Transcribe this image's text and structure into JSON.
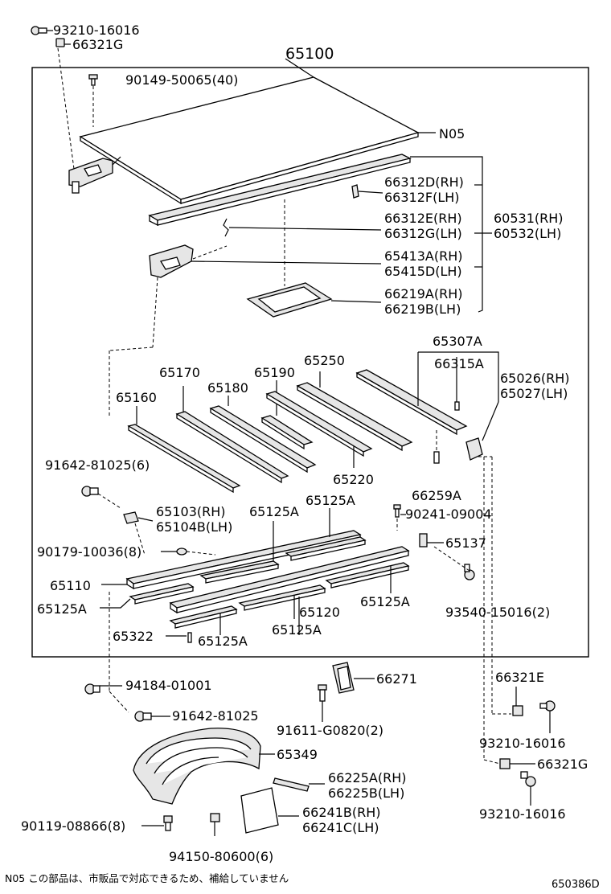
{
  "labels": {
    "p93210_16016_top": "93210-16016",
    "p66321G_top": "66321G",
    "p65100": "65100",
    "p90149": "90149-50065(40)",
    "pN05": "N05",
    "p66312D": "66312D(RH)",
    "p66312F": "66312F(LH)",
    "p66312E": "66312E(RH)",
    "p66312G": "66312G(LH)",
    "p60531": "60531(RH)",
    "p60532": "60532(LH)",
    "p65413A": "65413A(RH)",
    "p65415D": "65415D(LH)",
    "p66219A": "66219A(RH)",
    "p66219B": "66219B(LH)",
    "p65307A": "65307A",
    "p66315A": "66315A",
    "p65026": "65026(RH)",
    "p65027": "65027(LH)",
    "p65250": "65250",
    "p65170": "65170",
    "p65190": "65190",
    "p65180": "65180",
    "p65160": "65160",
    "p65220": "65220",
    "p91642_6": "91642-81025(6)",
    "p66259A": "66259A",
    "p65103": "65103(RH)",
    "p65104B": "65104B(LH)",
    "p65125A_a": "65125A",
    "p65125A_b": "65125A",
    "p90241": "90241-09004",
    "p90179": "90179-10036(8)",
    "p65137": "65137",
    "p65110": "65110",
    "p65125A_c": "65125A",
    "p65120": "65120",
    "p65125A_d": "65125A",
    "p93540": "93540-15016(2)",
    "p65322": "65322",
    "p65125A_e": "65125A",
    "p65125A_f": "65125A",
    "p94184": "94184-01001",
    "p66271": "66271",
    "p66321E": "66321E",
    "p91642": "91642-81025",
    "p91611": "91611-G0820(2)",
    "p93210_16016_mid": "93210-16016",
    "p65349": "65349",
    "p66321G_bot": "66321G",
    "p66225A": "66225A(RH)",
    "p66225B": "66225B(LH)",
    "p66241B": "66241B(RH)",
    "p66241C": "66241C(LH)",
    "p90119": "90119-08866(8)",
    "p93210_16016_bot": "93210-16016",
    "p94150": "94150-80600(6)"
  },
  "footnote": "N05  この部品は、市販品で対応できるため、補給していません",
  "diagram_code": "650386D"
}
